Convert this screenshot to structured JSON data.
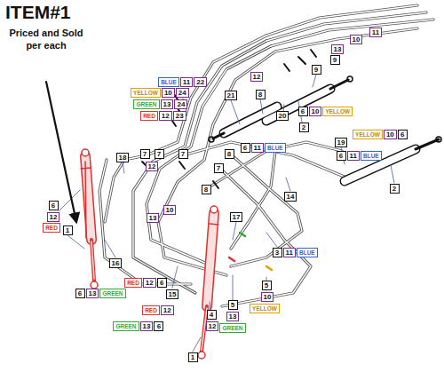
{
  "diagram": {
    "title": "ITEM#1",
    "nodes": [
      {
        "text": [
          "11"
        ]
      },
      {
        "text": [
          "10"
        ]
      },
      {
        "text": [
          "13"
        ]
      },
      {
        "text": [
          "9"
        ]
      },
      {
        "text": [
          "9"
        ]
      },
      {
        "text": [
          "12"
        ]
      },
      {
        "text": [
          "BLUE"
        ]
      },
      {
        "text": [
          "11"
        ]
      },
      {
        "text": [
          "22"
        ]
      },
      {
        "text": [
          "YELLOW"
        ]
      },
      {
        "text": [
          "10"
        ]
      },
      {
        "text": [
          "24"
        ]
      },
      {
        "text": [
          "GREEN"
        ]
      },
      {
        "text": [
          "13"
        ]
      },
      {
        "text": [
          "24"
        ]
      },
      {
        "text": [
          "RED"
        ]
      },
      {
        "text": [
          "12"
        ]
      },
      {
        "text": [
          "23"
        ]
      },
      {
        "text": [
          "8"
        ]
      },
      {
        "text": [
          "21"
        ]
      },
      {
        "text": [
          "20"
        ]
      },
      {
        "text": [
          "6"
        ]
      },
      {
        "text": [
          "10"
        ]
      },
      {
        "text": [
          "YELLOW"
        ]
      },
      {
        "text": [
          "2"
        ]
      },
      {
        "text": [
          "6"
        ]
      },
      {
        "text": [
          "11"
        ]
      },
      {
        "text": [
          "BLUE"
        ]
      },
      {
        "text": [
          "19"
        ]
      },
      {
        "text": [
          "YELLOW"
        ]
      },
      {
        "text": [
          "10"
        ]
      },
      {
        "text": [
          "6"
        ]
      },
      {
        "text": [
          "6"
        ]
      },
      {
        "text": [
          "11"
        ]
      },
      {
        "text": [
          "BLUE"
        ]
      },
      {
        "text": [
          "18"
        ]
      },
      {
        "text": [
          "7"
        ]
      },
      {
        "text": [
          "7"
        ]
      },
      {
        "text": [
          "7"
        ]
      },
      {
        "text": [
          "8"
        ]
      },
      {
        "text": [
          "12"
        ]
      },
      {
        "text": [
          "7"
        ]
      },
      {
        "text": [
          "8"
        ]
      },
      {
        "text": [
          "2"
        ]
      },
      {
        "text": [
          "14"
        ]
      },
      {
        "text": [
          "10"
        ]
      },
      {
        "text": [
          "13"
        ]
      },
      {
        "text": [
          "17"
        ]
      },
      {
        "text": [
          "6"
        ]
      },
      {
        "text": [
          "12"
        ]
      },
      {
        "text": [
          "RED"
        ]
      },
      {
        "text": [
          "1"
        ]
      },
      {
        "text": [
          "3"
        ]
      },
      {
        "text": [
          "11"
        ]
      },
      {
        "text": [
          "BLUE"
        ]
      },
      {
        "text": [
          "16"
        ]
      },
      {
        "text": [
          "RED"
        ]
      },
      {
        "text": [
          "12"
        ]
      },
      {
        "text": [
          "6"
        ]
      },
      {
        "text": [
          "5"
        ]
      },
      {
        "text": [
          "10"
        ]
      },
      {
        "text": [
          "YELLOW"
        ]
      },
      {
        "text": [
          "6"
        ]
      },
      {
        "text": [
          "13"
        ]
      },
      {
        "text": [
          "GREEN"
        ]
      },
      {
        "text": [
          "15"
        ]
      },
      {
        "text": [
          "RED"
        ]
      },
      {
        "text": [
          "12"
        ]
      },
      {
        "text": [
          "5"
        ]
      },
      {
        "text": [
          "4"
        ]
      },
      {
        "text": [
          "13"
        ]
      },
      {
        "text": [
          "12"
        ]
      },
      {
        "text": [
          "GREEN"
        ]
      },
      {
        "text": [
          "GREEN"
        ]
      },
      {
        "text": [
          "13"
        ]
      },
      {
        "text": [
          "6"
        ]
      },
      {
        "text": [
          "1"
        ]
      }
    ],
    "labels": [
      "Priced and Sold per each"
    ]
  }
}
